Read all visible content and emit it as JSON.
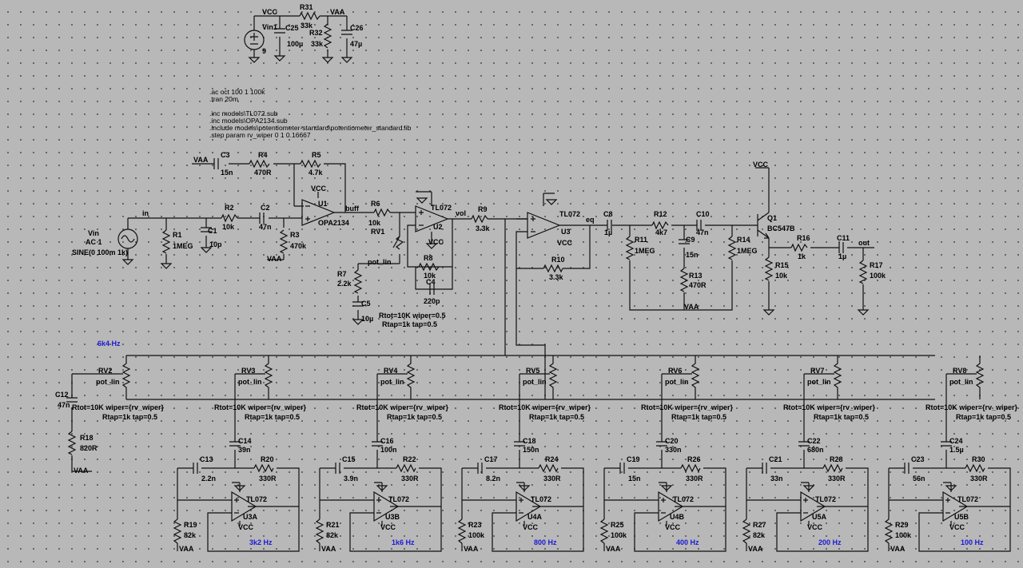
{
  "directives": [
    ".ac oct 100 1 100k",
    ".tran 20m",
    "",
    ".inc models\\TL072.sub",
    ".inc models\\OPA2134.sub",
    ".include models\\potentiometer-standard\\potentiometer_standard.lib",
    ".step param rv_wiper 0 1 0.16667"
  ],
  "nets": {
    "vcc": "VCC",
    "vaa": "VAA",
    "in": "in",
    "buff": "buff",
    "vol": "vol",
    "eq": "eq",
    "out": "out",
    "band_label": "6k4 Hz"
  },
  "supply": {
    "vin1": "Vin1",
    "vin1_val": "9",
    "r31": "R31",
    "r31_val": "33k",
    "r32": "R32",
    "r32_val": "33k",
    "c25": "C25",
    "c25_val": "100µ",
    "c26": "C26",
    "c26_val": "47µ"
  },
  "input": {
    "vin": "Vin",
    "ac": "AC 1",
    "sine": "SINE(0 100m 1k)",
    "r1": "R1",
    "r1_val": "1MEG",
    "c1": "C1",
    "c1_val": "10p",
    "r2": "R2",
    "r2_val": "10k",
    "c2": "C2",
    "c2_val": "47n",
    "r3": "R3",
    "r3_val": "470k",
    "c3": "C3",
    "c3_val": "15n",
    "r4": "R4",
    "r4_val": "470R",
    "r5": "R5",
    "r5_val": "4.7k",
    "u1": "U1",
    "u1_model": "OPA2134"
  },
  "volume": {
    "r6": "R6",
    "r6_val": "10k",
    "rv1": "RV1",
    "rv1_model": "pot_lin",
    "r7": "R7",
    "r7_val": "2.2k",
    "c5": "C5",
    "c5_val": "10µ",
    "rv1_p1": "Rtot=10K wiper=0.5",
    "rv1_p2": "Rtap=1k tap=0.5",
    "u2": "U2",
    "u2_model": "TL072",
    "r8": "R8",
    "r8_val": "10k",
    "c4": "C4",
    "c4_val": "220p",
    "r9": "R9",
    "r9_val": "3.3k"
  },
  "mixer": {
    "u3": "U3",
    "u3_model": "TL072",
    "r10": "R10",
    "r10_val": "3.3k"
  },
  "output": {
    "c8": "C8",
    "c8_val": "1µ",
    "r11": "R11",
    "r11_val": "1MEG",
    "r12": "R12",
    "r12_val": "4k7",
    "c9": "C9",
    "c9_val": "15n",
    "r13": "R13",
    "r13_val": "470R",
    "c10": "C10",
    "c10_val": "47n",
    "r14": "R14",
    "r14_val": "1MEG",
    "q1": "Q1",
    "q1_model": "BC547B",
    "r15": "R15",
    "r15_val": "10k",
    "r16": "R16",
    "r16_val": "1k",
    "c11": "C11",
    "c11_val": "1µ",
    "r17": "R17",
    "r17_val": "100k"
  },
  "band6k4": {
    "c12": "C12",
    "c12_val": "47n",
    "r18": "R18",
    "r18_val": "820R",
    "rv2": "RV2",
    "pot": "pot_lin"
  },
  "bands": [
    {
      "rv": "RV3",
      "cs": "C14",
      "cs_val": "39n",
      "cf": "C13",
      "cf_val": "2.2n",
      "rf": "R20",
      "rf_val": "330R",
      "rg": "R19",
      "rg_val": "82k",
      "u": "U3A",
      "freq": "3k2 Hz"
    },
    {
      "rv": "RV4",
      "cs": "C16",
      "cs_val": "100n",
      "cf": "C15",
      "cf_val": "3.9n",
      "rf": "R22",
      "rf_val": "330R",
      "rg": "R21",
      "rg_val": "82k",
      "u": "U3B",
      "freq": "1k6 Hz"
    },
    {
      "rv": "RV5",
      "cs": "C18",
      "cs_val": "150n",
      "cf": "C17",
      "cf_val": "8.2n",
      "rf": "R24",
      "rf_val": "330R",
      "rg": "R23",
      "rg_val": "100k",
      "u": "U4A",
      "freq": "800 Hz"
    },
    {
      "rv": "RV6",
      "cs": "C20",
      "cs_val": "330n",
      "cf": "C19",
      "cf_val": "15n",
      "rf": "R26",
      "rf_val": "330R",
      "rg": "R25",
      "rg_val": "100k",
      "u": "U4B",
      "freq": "400 Hz"
    },
    {
      "rv": "RV7",
      "cs": "C22",
      "cs_val": "680n",
      "cf": "C21",
      "cf_val": "33n",
      "rf": "R28",
      "rf_val": "330R",
      "rg": "R27",
      "rg_val": "82k",
      "u": "U5A",
      "freq": "200 Hz"
    },
    {
      "rv": "RV8",
      "cs": "C24",
      "cs_val": "1.5µ",
      "cf": "C23",
      "cf_val": "56n",
      "rf": "R30",
      "rf_val": "330R",
      "rg": "R29",
      "rg_val": "100k",
      "u": "U5B",
      "freq": "100 Hz"
    }
  ],
  "common": {
    "pot": "pot_lin",
    "p1": "Rtot=10K wiper={rv_wiper}",
    "p2": "Rtap=1k tap=0.5",
    "opamp": "TL072"
  }
}
